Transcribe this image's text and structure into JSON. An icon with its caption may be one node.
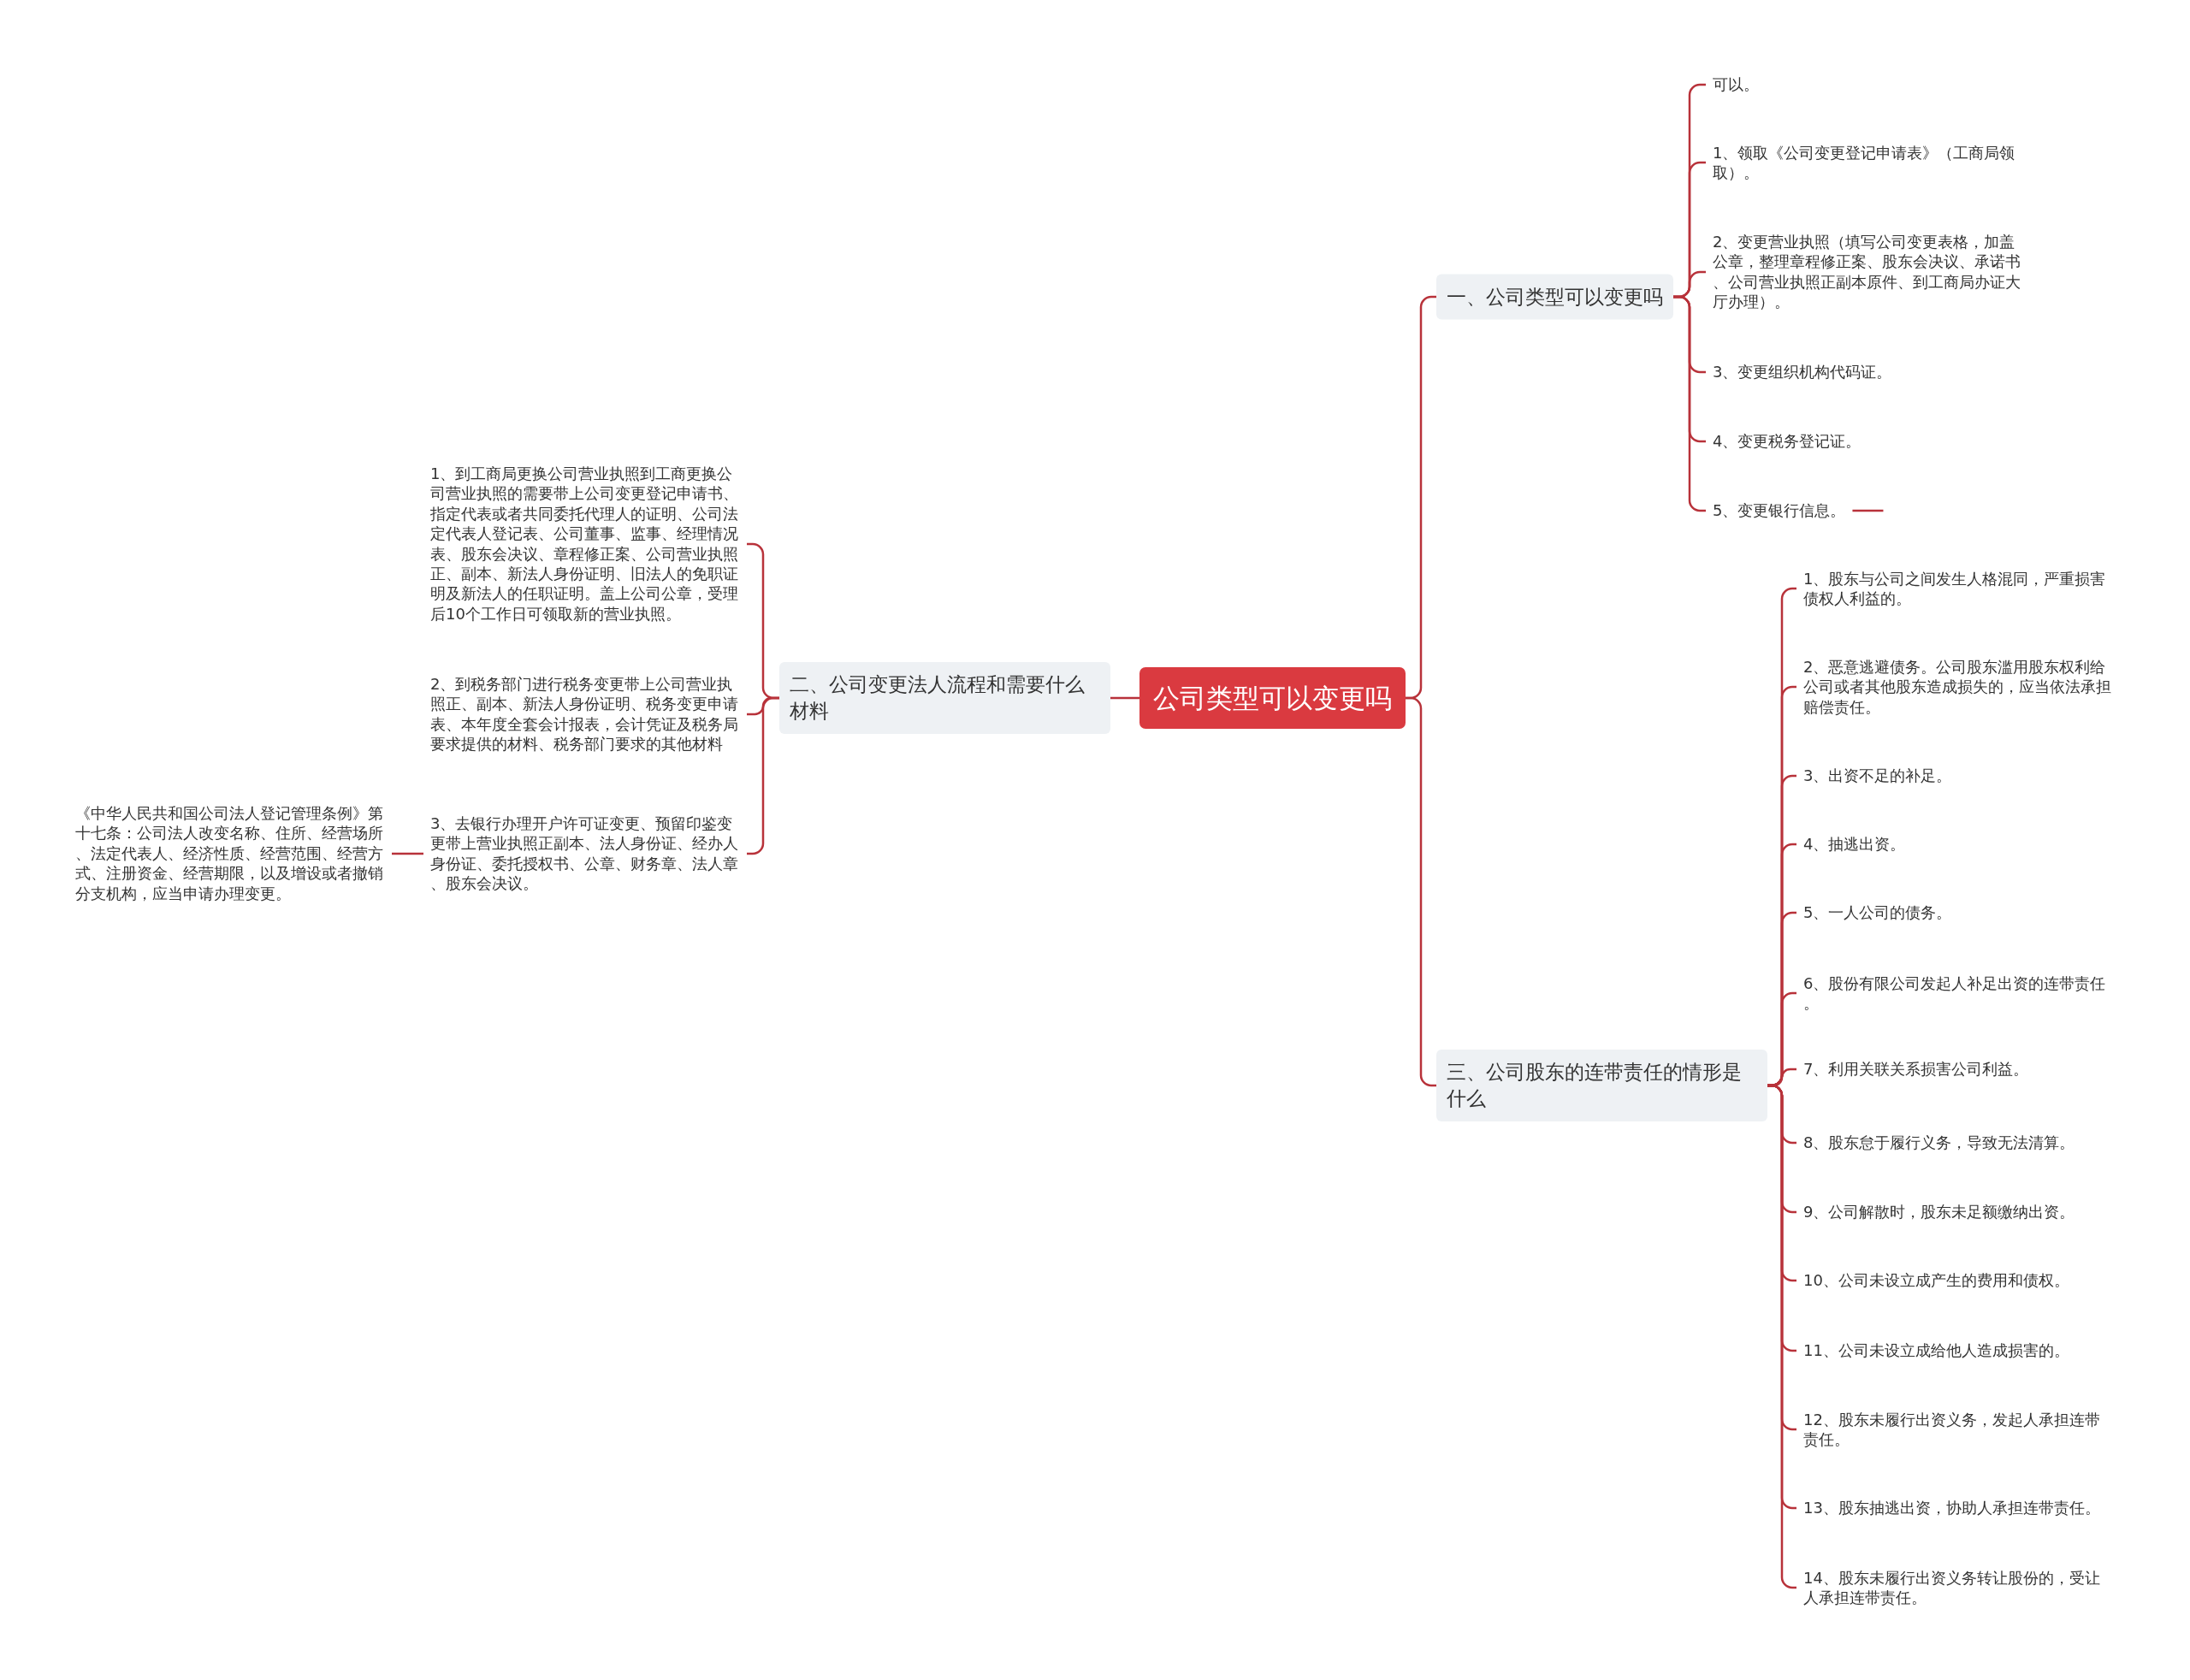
{
  "diagram": {
    "nodes": [
      {
        "text": [
          "公司类型可以变更吗"
        ]
      },
      {
        "text": [
          "一、公司类型可以变更吗"
        ]
      },
      {
        "text": [
          "可以。"
        ]
      },
      {
        "text": [
          "1、领取《公司变更登记申请表》（工商局领取）。"
        ]
      },
      {
        "text": [
          "2、变更营业执照（填写公司变更表格，加盖公章，整理章程修正案、股东会决议、承诺书、公司营业执照正副本原件、到工商局办证大厅办理）。"
        ]
      },
      {
        "text": [
          "3、变更组织机构代码证。"
        ]
      },
      {
        "text": [
          "4、变更税务登记证。"
        ]
      },
      {
        "text": [
          "5、变更银行信息。"
        ]
      },
      {
        "text": [
          "二、公司变更法人流程和需要什么材料"
        ]
      },
      {
        "text": [
          "1、到工商局更换公司营业执照到工商更换公司营业执照的需要带上公司变更登记申请书、指定代表或者共同委托代理人的证明、公司法定代表人登记表、公司董事、监事、经理情况表、股东会决议、章程修正案、公司营业执照正、副本、新法人身份证明、旧法人的免职证明及新法人的任职证明。盖上公司公章，受理后10个工作日可领取新的营业执照。"
        ]
      },
      {
        "text": [
          "2、到税务部门进行税务变更带上公司营业执照正、副本、新法人身份证明、税务变更申请表、本年度全套会计报表，会计凭证及税务局要求提供的材料、税务部门要求的其他材料"
        ]
      },
      {
        "text": [
          "3、去银行办理开户许可证变更、预留印鉴变更带上营业执照正副本、法人身份证、经办人身份证、委托授权书、公章、财务章、法人章、股东会决议。"
        ]
      },
      {
        "text": [
          "《中华人民共和国公司法人登记管理条例》第十七条：公司法人改变名称、住所、经营场所、法定代表人、经济性质、经营范围、经营方式、注册资金、经营期限，以及增设或者撤销分支机构，应当申请办理变更。"
        ]
      },
      {
        "text": [
          "三、公司股东的连带责任的情形是什么"
        ]
      },
      {
        "text": [
          "1、股东与公司之间发生人格混同，严重损害债权人利益的。"
        ]
      },
      {
        "text": [
          "2、恶意逃避债务。公司股东滥用股东权利给公司或者其他股东造成损失的，应当依法承担赔偿责任。"
        ]
      },
      {
        "text": [
          "3、出资不足的补足。"
        ]
      },
      {
        "text": [
          "4、抽逃出资。"
        ]
      },
      {
        "text": [
          "5、一人公司的债务。"
        ]
      },
      {
        "text": [
          "6、股份有限公司发起人补足出资的连带责任。"
        ]
      },
      {
        "text": [
          "7、利用关联关系损害公司利益。"
        ]
      },
      {
        "text": [
          "8、股东怠于履行义务，导致无法清算。"
        ]
      },
      {
        "text": [
          "9、公司解散时，股东未足额缴纳出资。"
        ]
      },
      {
        "text": [
          "10、公司未设立成产生的费用和债权。"
        ]
      },
      {
        "text": [
          "11、公司未设立成给他人造成损害的。"
        ]
      },
      {
        "text": [
          "12、股东未履行出资义务，发起人承担连带责任。"
        ]
      },
      {
        "text": [
          "13、股东抽逃出资，协助人承担连带责任。"
        ]
      },
      {
        "text": [
          "14、股东未履行出资义务转让股份的，受让人承担连带责任。"
        ]
      }
    ],
    "edges": [
      {
        "from": 0,
        "to": 1,
        "arrow": "none"
      },
      {
        "from": 1,
        "to": 2,
        "arrow": "none"
      },
      {
        "from": 1,
        "to": 3,
        "arrow": "none"
      },
      {
        "from": 1,
        "to": 4,
        "arrow": "none"
      },
      {
        "from": 1,
        "to": 5,
        "arrow": "none"
      },
      {
        "from": 1,
        "to": 6,
        "arrow": "none"
      },
      {
        "from": 1,
        "to": 7,
        "arrow": "none"
      },
      {
        "from": 7,
        "to": null,
        "arrow": "none"
      },
      {
        "from": 0,
        "to": 8,
        "arrow": "none"
      },
      {
        "from": 8,
        "to": 9,
        "arrow": "none"
      },
      {
        "from": 8,
        "to": 10,
        "arrow": "none"
      },
      {
        "from": 8,
        "to": 11,
        "arrow": "none"
      },
      {
        "from": 11,
        "to": 12,
        "arrow": "none"
      },
      {
        "from": 0,
        "to": 13,
        "arrow": "none"
      },
      {
        "from": 13,
        "to": 14,
        "arrow": "none"
      },
      {
        "from": 13,
        "to": 15,
        "arrow": "none"
      },
      {
        "from": 13,
        "to": 16,
        "arrow": "none"
      },
      {
        "from": 13,
        "to": 17,
        "arrow": "none"
      },
      {
        "from": 13,
        "to": 18,
        "arrow": "none"
      },
      {
        "from": 13,
        "to": 19,
        "arrow": "none"
      },
      {
        "from": 13,
        "to": 20,
        "arrow": "none"
      },
      {
        "from": 13,
        "to": 21,
        "arrow": "none"
      },
      {
        "from": 13,
        "to": 22,
        "arrow": "none"
      },
      {
        "from": 13,
        "to": 23,
        "arrow": "none"
      },
      {
        "from": 13,
        "to": 24,
        "arrow": "none"
      },
      {
        "from": 13,
        "to": 25,
        "arrow": "none"
      },
      {
        "from": 13,
        "to": 26,
        "arrow": "none"
      },
      {
        "from": 13,
        "to": 27,
        "arrow": "none"
      }
    ]
  }
}
